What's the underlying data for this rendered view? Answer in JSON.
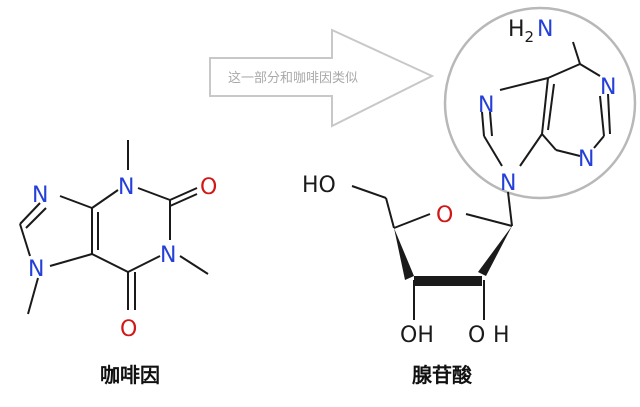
{
  "arrow": {
    "text": "这一部分和咖啡因类似"
  },
  "caffeine": {
    "name": "咖啡因",
    "atoms": {
      "n1": "N",
      "n3": "N",
      "n7": "N",
      "n9": "N",
      "o2": "O",
      "o6": "O"
    }
  },
  "adenosine": {
    "name": "腺苷酸",
    "atoms": {
      "h2n_h": "H",
      "h2n_sub": "2",
      "h2n_n": "N",
      "n1": "N",
      "n3": "N",
      "n7": "N",
      "n9": "N",
      "ho5": "HO",
      "o_ring": "O",
      "oh3": "OH",
      "oh2_o": "O",
      "oh2_h": "H"
    }
  },
  "colors": {
    "nitrogen": "#2540d8",
    "oxygen": "#d01818",
    "carbon_bond": "#1a1a1a",
    "arrow": "#c8c8c8",
    "circle": "#b8b8b8"
  }
}
